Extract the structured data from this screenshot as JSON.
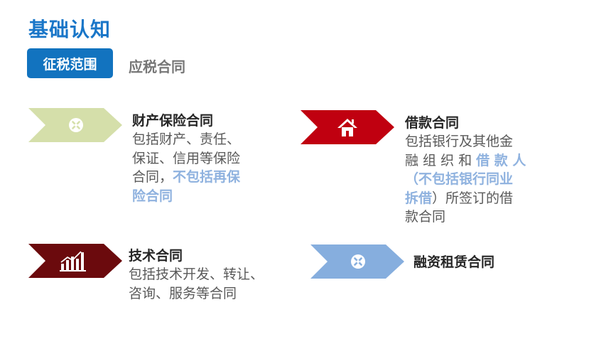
{
  "header": {
    "title": "基础认知",
    "tag": "征税范围",
    "subtitle": "应税合同"
  },
  "colors": {
    "title_blue": "#1976c8",
    "tag_blue": "#1273bf",
    "highlight_blue": "#8fb2df",
    "olive_green": "#d5dfaa",
    "crimson": "#c00010",
    "dark_maroon": "#6b0a0d",
    "light_blue": "#86aede"
  },
  "items": [
    {
      "icon": "tools-icon",
      "title": "财产保险合同",
      "lines": [
        [
          {
            "t": "包括财产、责任、"
          }
        ],
        [
          {
            "t": "保证、信用等保险"
          }
        ],
        [
          {
            "t": "合同，"
          },
          {
            "t": "不包括再保",
            "hl": true
          }
        ],
        [
          {
            "t": "险合同",
            "hl": true
          }
        ]
      ]
    },
    {
      "icon": "house-icon",
      "title": "借款合同",
      "lines": [
        [
          {
            "t": "包括银行及其他金"
          }
        ],
        [
          {
            "t": "融 组 织 和 "
          },
          {
            "t": "借 款 人",
            "hl": true
          }
        ],
        [
          {
            "t": "（",
            "hl": true
          },
          {
            "t": "不包括银行同业",
            "hl": true
          }
        ],
        [
          {
            "t": "拆借",
            "hl": true
          },
          {
            "t": "）所签订的借"
          }
        ],
        [
          {
            "t": "款合同"
          }
        ]
      ]
    },
    {
      "icon": "bar-chart-icon",
      "title": "技术合同",
      "lines": [
        [
          {
            "t": "包括技术开发、转让、"
          }
        ],
        [
          {
            "t": "咨询、服务等合同"
          }
        ]
      ]
    },
    {
      "icon": "tools-icon",
      "title": "融资租赁合同",
      "lines": []
    }
  ]
}
